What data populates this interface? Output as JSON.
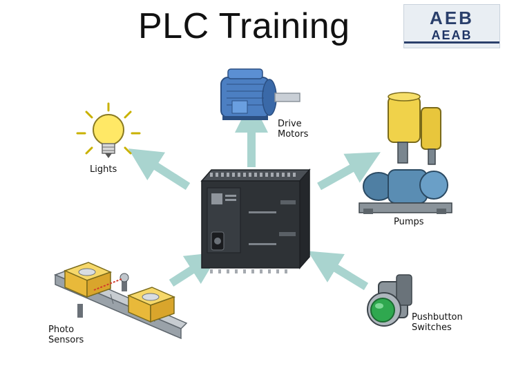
{
  "title": "PLC Training",
  "logo": {
    "mark": "AEB",
    "text": "AEAB"
  },
  "labels": {
    "drive_motors": [
      "Drive",
      "Motors"
    ],
    "lights": "Lights",
    "pumps": "Pumps",
    "photo_sensors": [
      "Photo",
      "Sensors"
    ],
    "pushbutton_switches": [
      "Pushbutton",
      "Switches"
    ]
  },
  "colors": {
    "arrow": "#a9d4cf",
    "plc_body": "#2e3236",
    "motor": "#4c7fc2",
    "tank": "#f0d24a",
    "box": "#f2c94c",
    "button_green": "#2fa84f"
  }
}
